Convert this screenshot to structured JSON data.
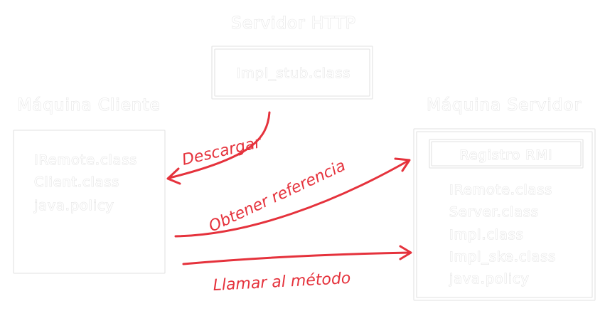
{
  "http_server": {
    "title": "Servidor HTTP",
    "files": [
      "Impl_stub.class"
    ]
  },
  "client_machine": {
    "title": "Máquina Cliente",
    "files": [
      "IRemote.class",
      "Client.class",
      "java.policy"
    ]
  },
  "server_machine": {
    "title": "Máquina Servidor",
    "registry": "Registro RMI",
    "files": [
      "IRemote.class",
      "Server.class",
      "Impl.class",
      "Impl_ske.class",
      "java.policy"
    ]
  },
  "arrows": {
    "download": "Descargar",
    "get_reference": "Obtener referencia",
    "call_method": "Llamar al método"
  },
  "colors": {
    "arrow": "#e5323c",
    "outline": "#e2e2e2"
  }
}
